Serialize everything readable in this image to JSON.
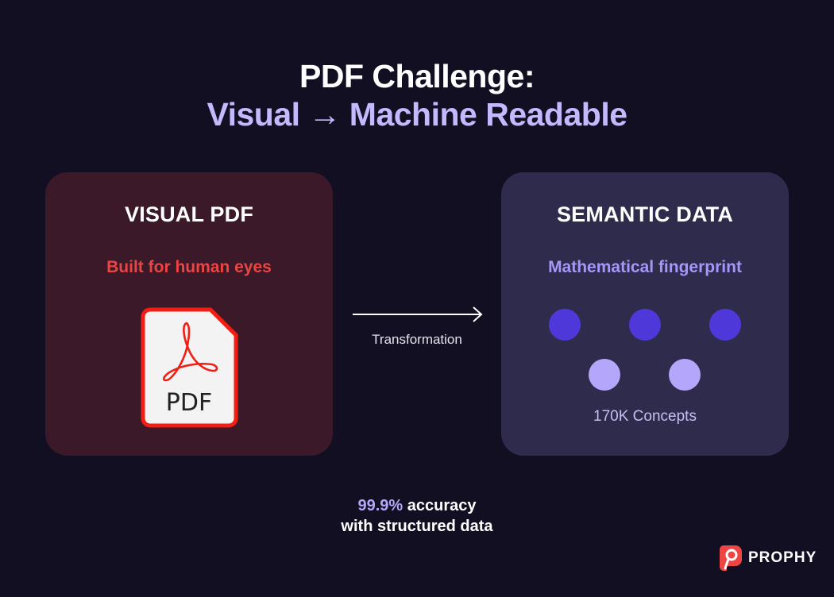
{
  "title": {
    "line1": "PDF Challenge:",
    "line2": "Visual → Machine Readable"
  },
  "left_card": {
    "title": "VISUAL PDF",
    "subtitle": "Built for human eyes",
    "icon": "pdf-file-icon",
    "icon_label": "PDF",
    "bg_color": "#3b1928",
    "accent_color": "#e94545"
  },
  "transformation": {
    "icon": "arrow-right-icon",
    "label": "Transformation"
  },
  "right_card": {
    "title": "SEMANTIC DATA",
    "subtitle": "Mathematical fingerprint",
    "dots": [
      {
        "row": 1,
        "color": "#4f38da"
      },
      {
        "row": 1,
        "color": "#4f38da"
      },
      {
        "row": 1,
        "color": "#4f38da"
      },
      {
        "row": 2,
        "color": "#b4a6fb"
      },
      {
        "row": 2,
        "color": "#b4a6fb"
      }
    ],
    "caption": "170K Concepts",
    "bg_color": "#2f2b4c",
    "accent_color": "#a596fb"
  },
  "footer": {
    "highlight": "99.9%",
    "line1_rest": " accuracy",
    "line2": "with structured data"
  },
  "brand": {
    "icon": "prophy-logo-icon",
    "name": "PROPHY",
    "color": "#ef4444"
  }
}
